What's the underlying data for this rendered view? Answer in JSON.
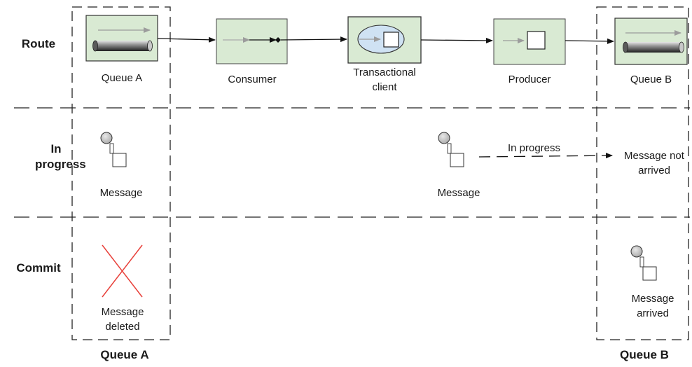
{
  "rows": {
    "route": "Route",
    "in_progress": "In progress",
    "commit": "Commit"
  },
  "columns": {
    "queue_a": "Queue A",
    "queue_b": "Queue B"
  },
  "route_row": {
    "queue_a": "Queue A",
    "consumer": "Consumer",
    "transactional_client": "Transactional client",
    "producer": "Producer",
    "queue_b": "Queue B"
  },
  "in_progress_row": {
    "message_a": "Message",
    "message_mid": "Message",
    "arrow_label": "In progress",
    "not_arrived": "Message not arrived"
  },
  "commit_row": {
    "deleted": "Message deleted",
    "arrived": "Message arrived"
  },
  "colors": {
    "component_fill": "#d9ead3",
    "client_ellipse": "#cfe2f3",
    "deleted_x": "#e8403a",
    "line": "#111111"
  }
}
